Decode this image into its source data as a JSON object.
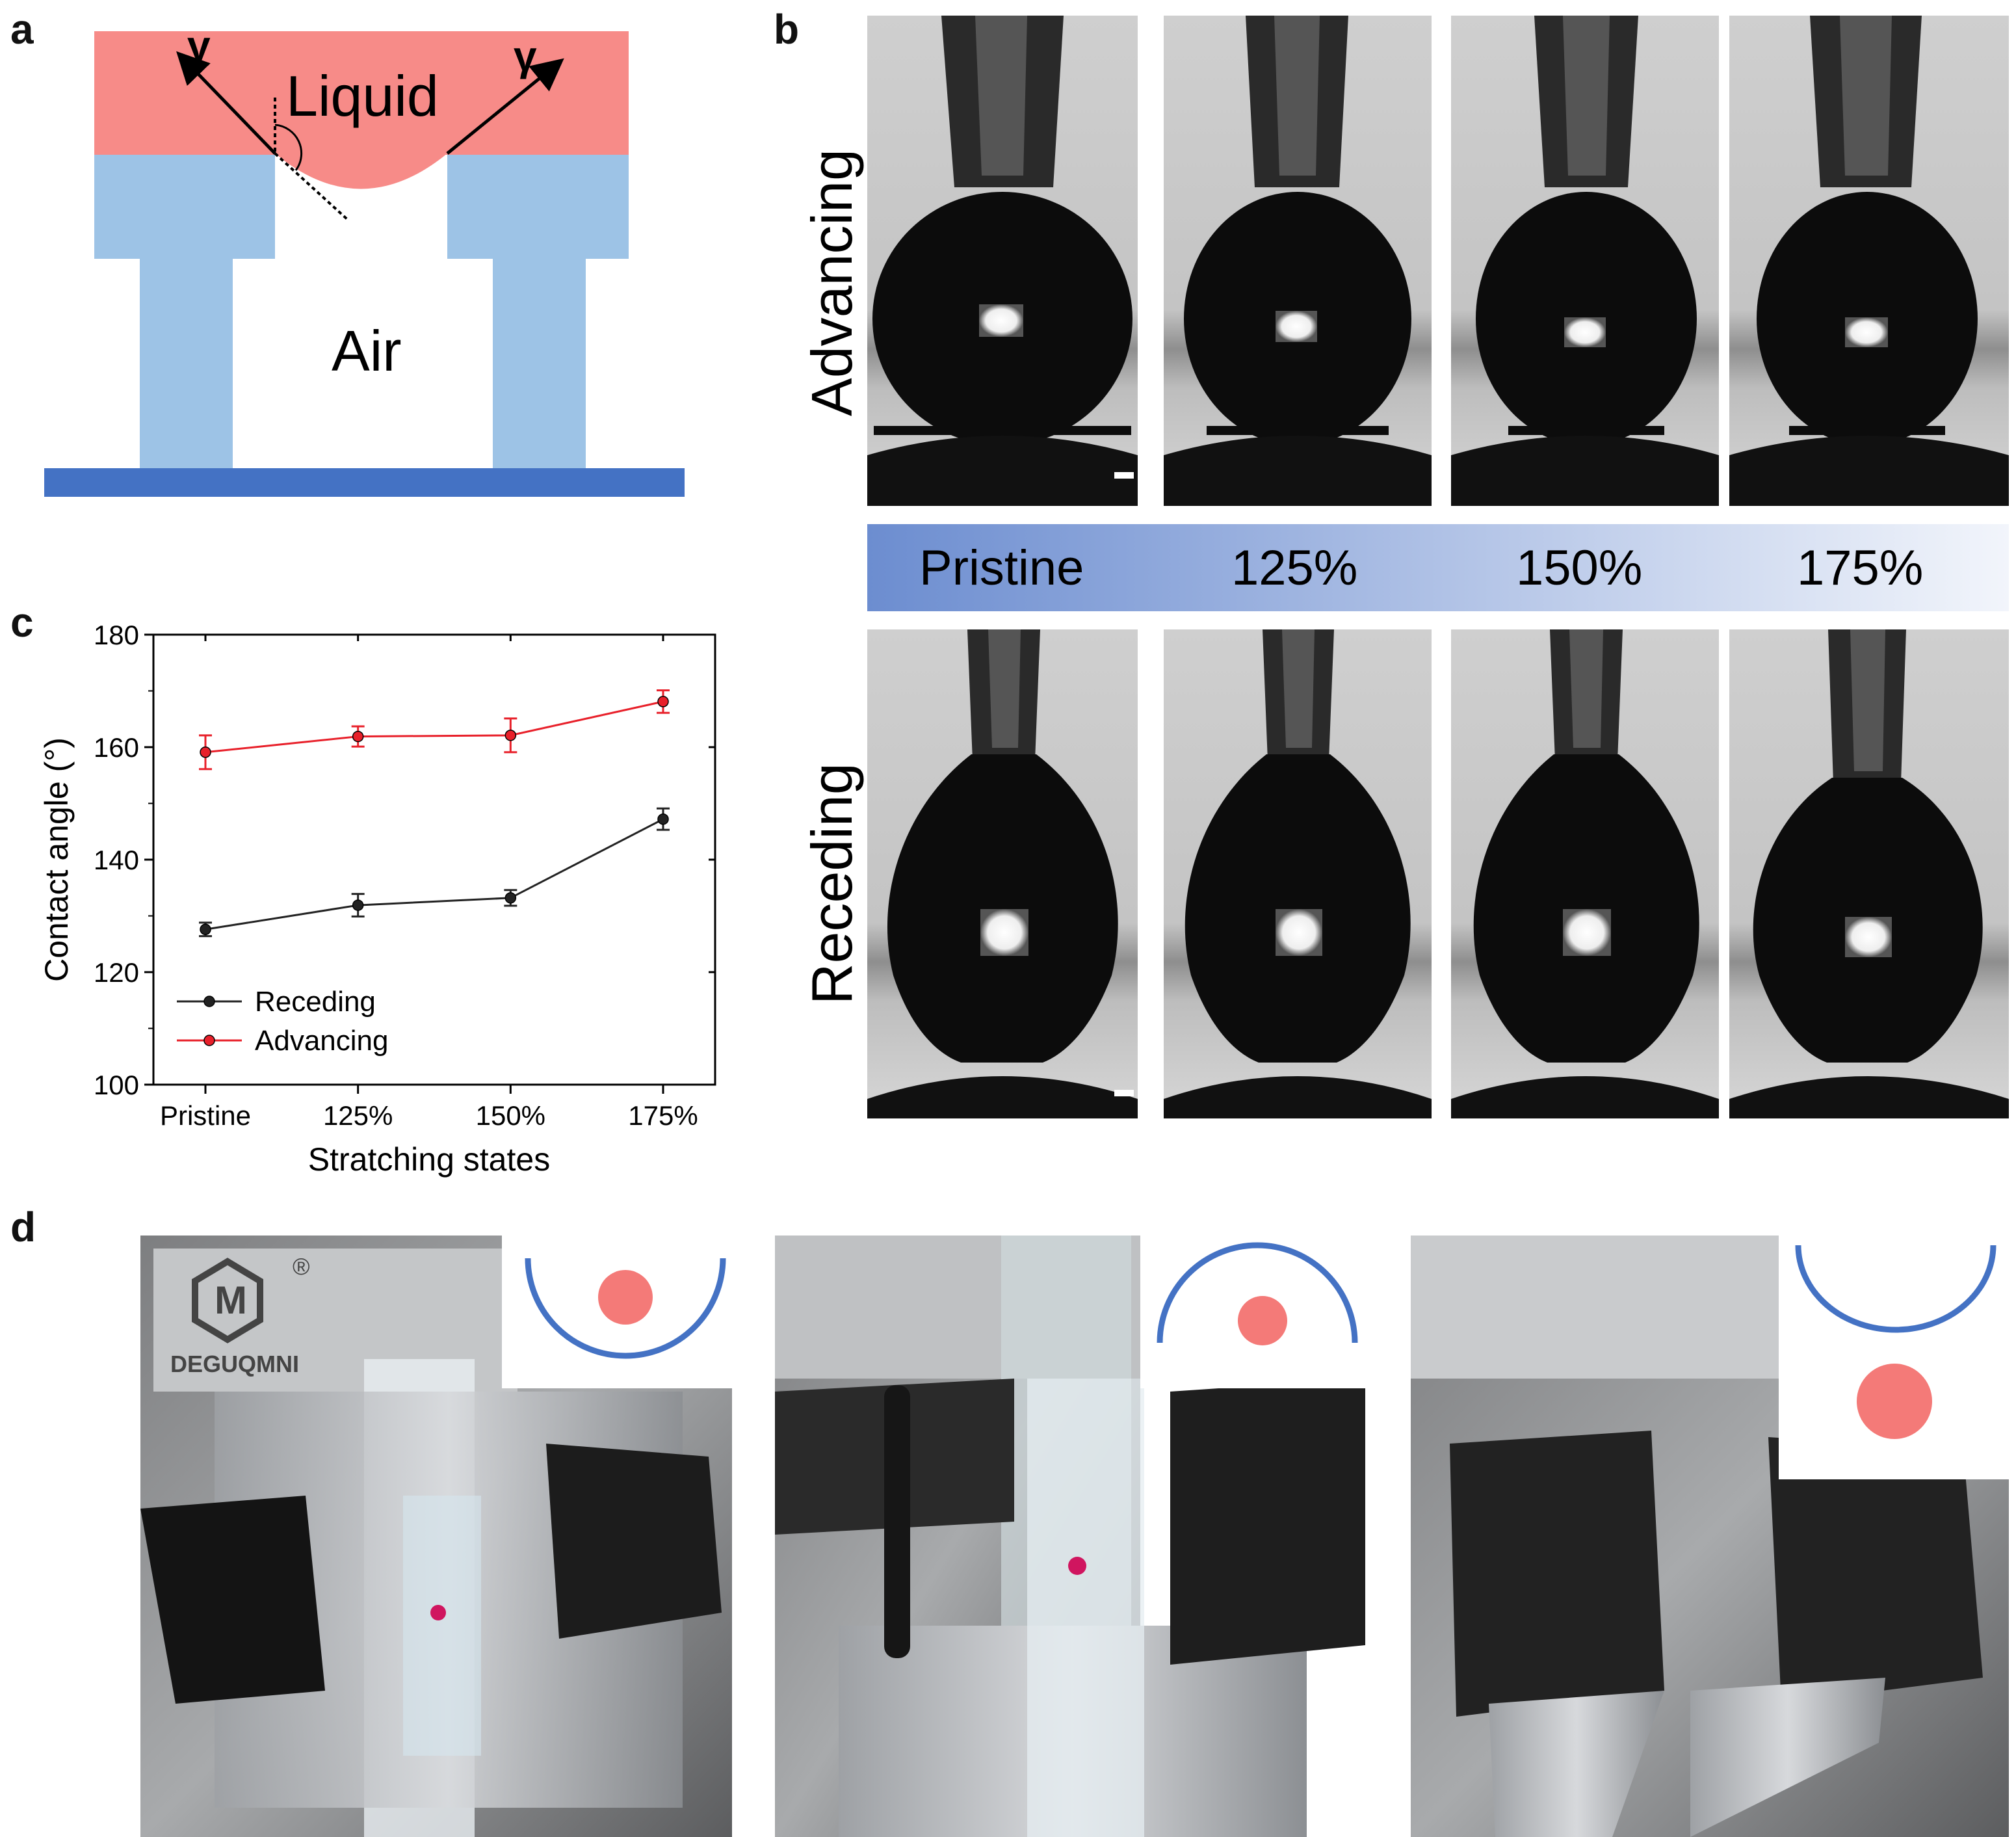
{
  "panels": {
    "a": {
      "letter": "a",
      "liquid_label": "Liquid",
      "air_label": "Air",
      "gamma_left": "γ",
      "gamma_right": "γ",
      "colors": {
        "liquid": "#F78B88",
        "pillar": "#9DC3E6",
        "base": "#4472C4"
      }
    },
    "b": {
      "letter": "b",
      "advancing_label": "Advancing",
      "receding_label": "Receding",
      "states": [
        "Pristine",
        "125%",
        "150%",
        "175%"
      ],
      "band_gradient": [
        "#6C8DD0",
        "#F2F5FB"
      ]
    },
    "c": {
      "letter": "c"
    },
    "d": {
      "letter": "d",
      "caliper_brand": "DEGUQMNI",
      "trademark": "®",
      "colors": {
        "drop": "#F47A78",
        "arc": "#4472C4",
        "hairs": "#9DC3E6"
      }
    }
  },
  "chart_data": {
    "type": "line",
    "categories": [
      "Pristine",
      "125%",
      "150%",
      "175%"
    ],
    "xlabel": "Stratching states",
    "ylabel": "Contact angle (°)",
    "ylim": [
      100,
      180
    ],
    "yticks": [
      100,
      120,
      140,
      160,
      180
    ],
    "legend_position": "bottom-left",
    "series": [
      {
        "name": "Receding",
        "color": "#222222",
        "values": [
          127.6,
          131.9,
          133.2,
          147.2
        ],
        "errors": [
          1.2,
          2.0,
          1.4,
          1.9
        ]
      },
      {
        "name": "Advancing",
        "color": "#E8202A",
        "values": [
          159.1,
          161.9,
          162.1,
          168.1
        ],
        "errors": [
          3.0,
          1.8,
          3.0,
          2.0
        ]
      }
    ]
  }
}
